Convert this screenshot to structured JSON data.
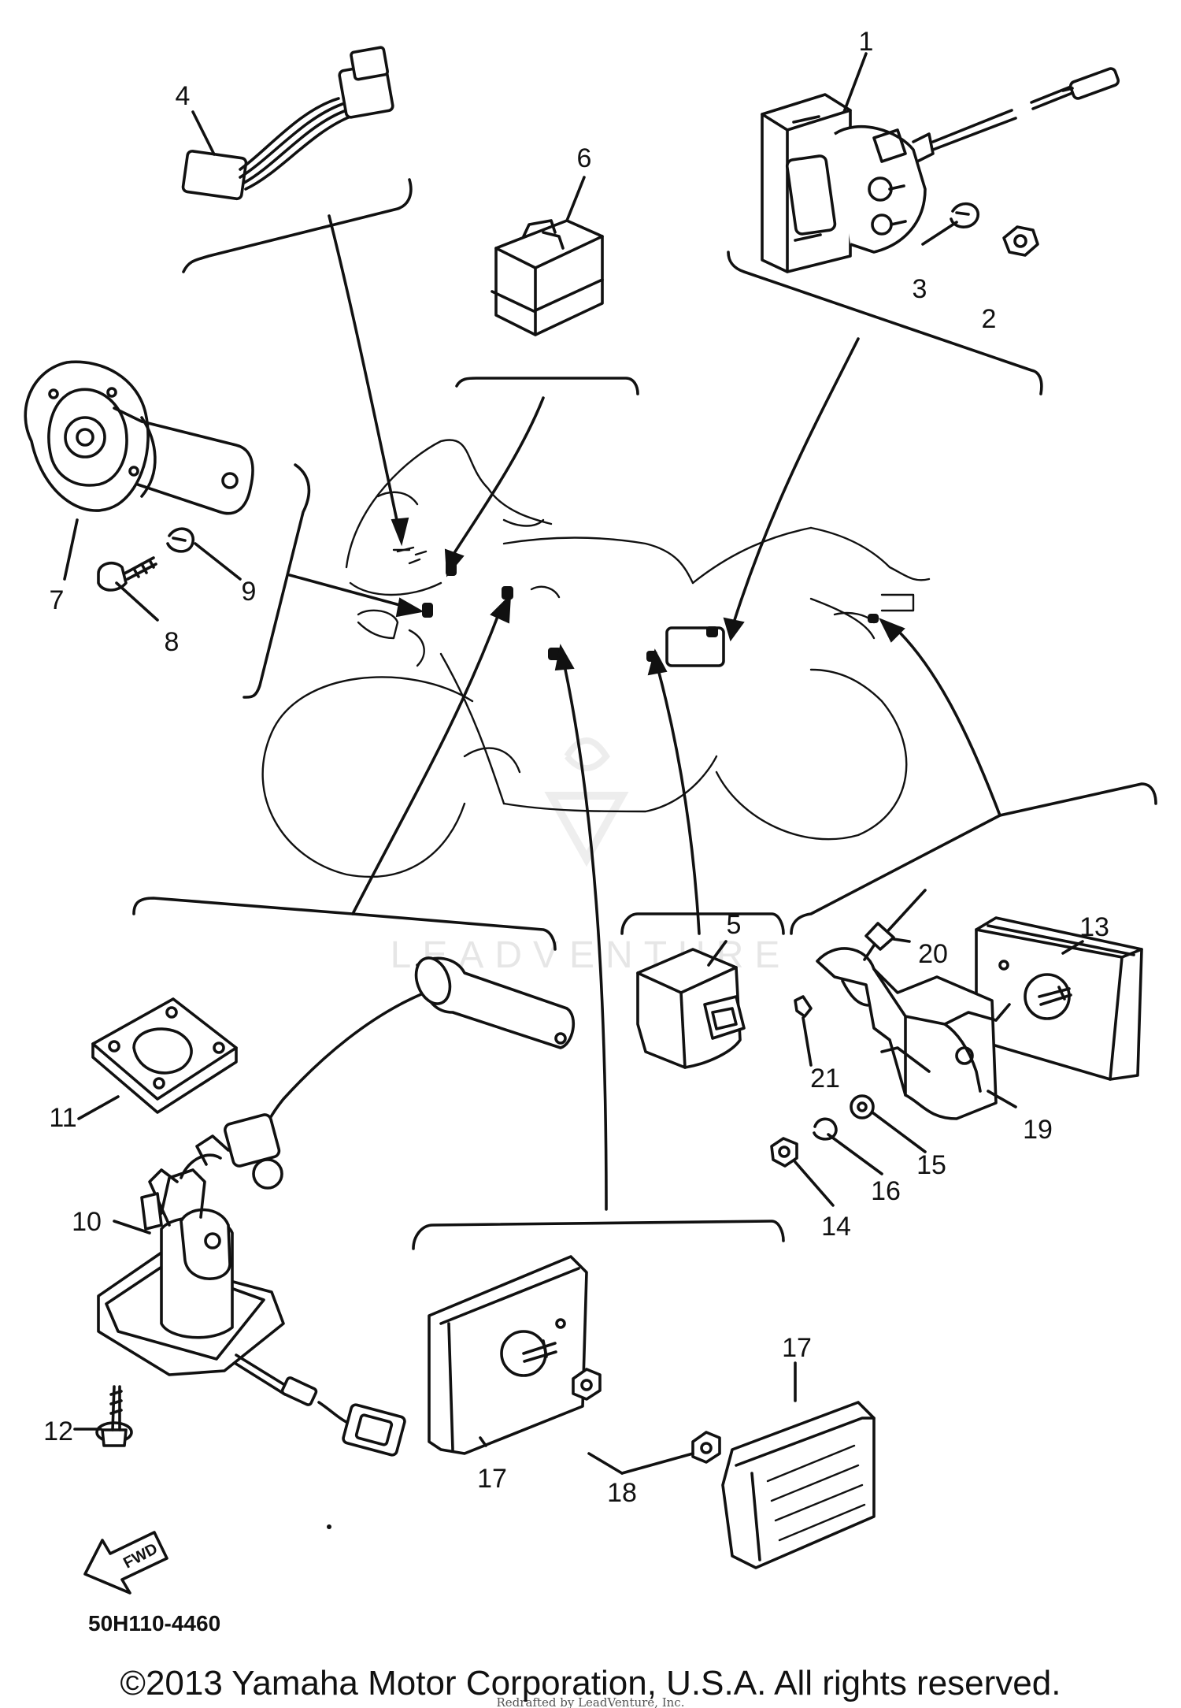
{
  "callouts": {
    "c1": "1",
    "c2": "2",
    "c3": "3",
    "c4": "4",
    "c5": "5",
    "c6": "6",
    "c7": "7",
    "c8": "8",
    "c9": "9",
    "c10": "10",
    "c11": "11",
    "c12": "12",
    "c13": "13",
    "c14": "14",
    "c15": "15",
    "c16": "16",
    "c17a": "17",
    "c17b": "17",
    "c18": "18",
    "c19": "19",
    "c20": "20",
    "c21": "21"
  },
  "diagram_code": "50H110-4460",
  "fwd_label": "FWD",
  "watermark": "LEADVENTURE",
  "credit": "Redrafted by LeadVenture, Inc.",
  "copyright": "©2013 Yamaha Motor Corporation, U.S.A. All rights reserved."
}
